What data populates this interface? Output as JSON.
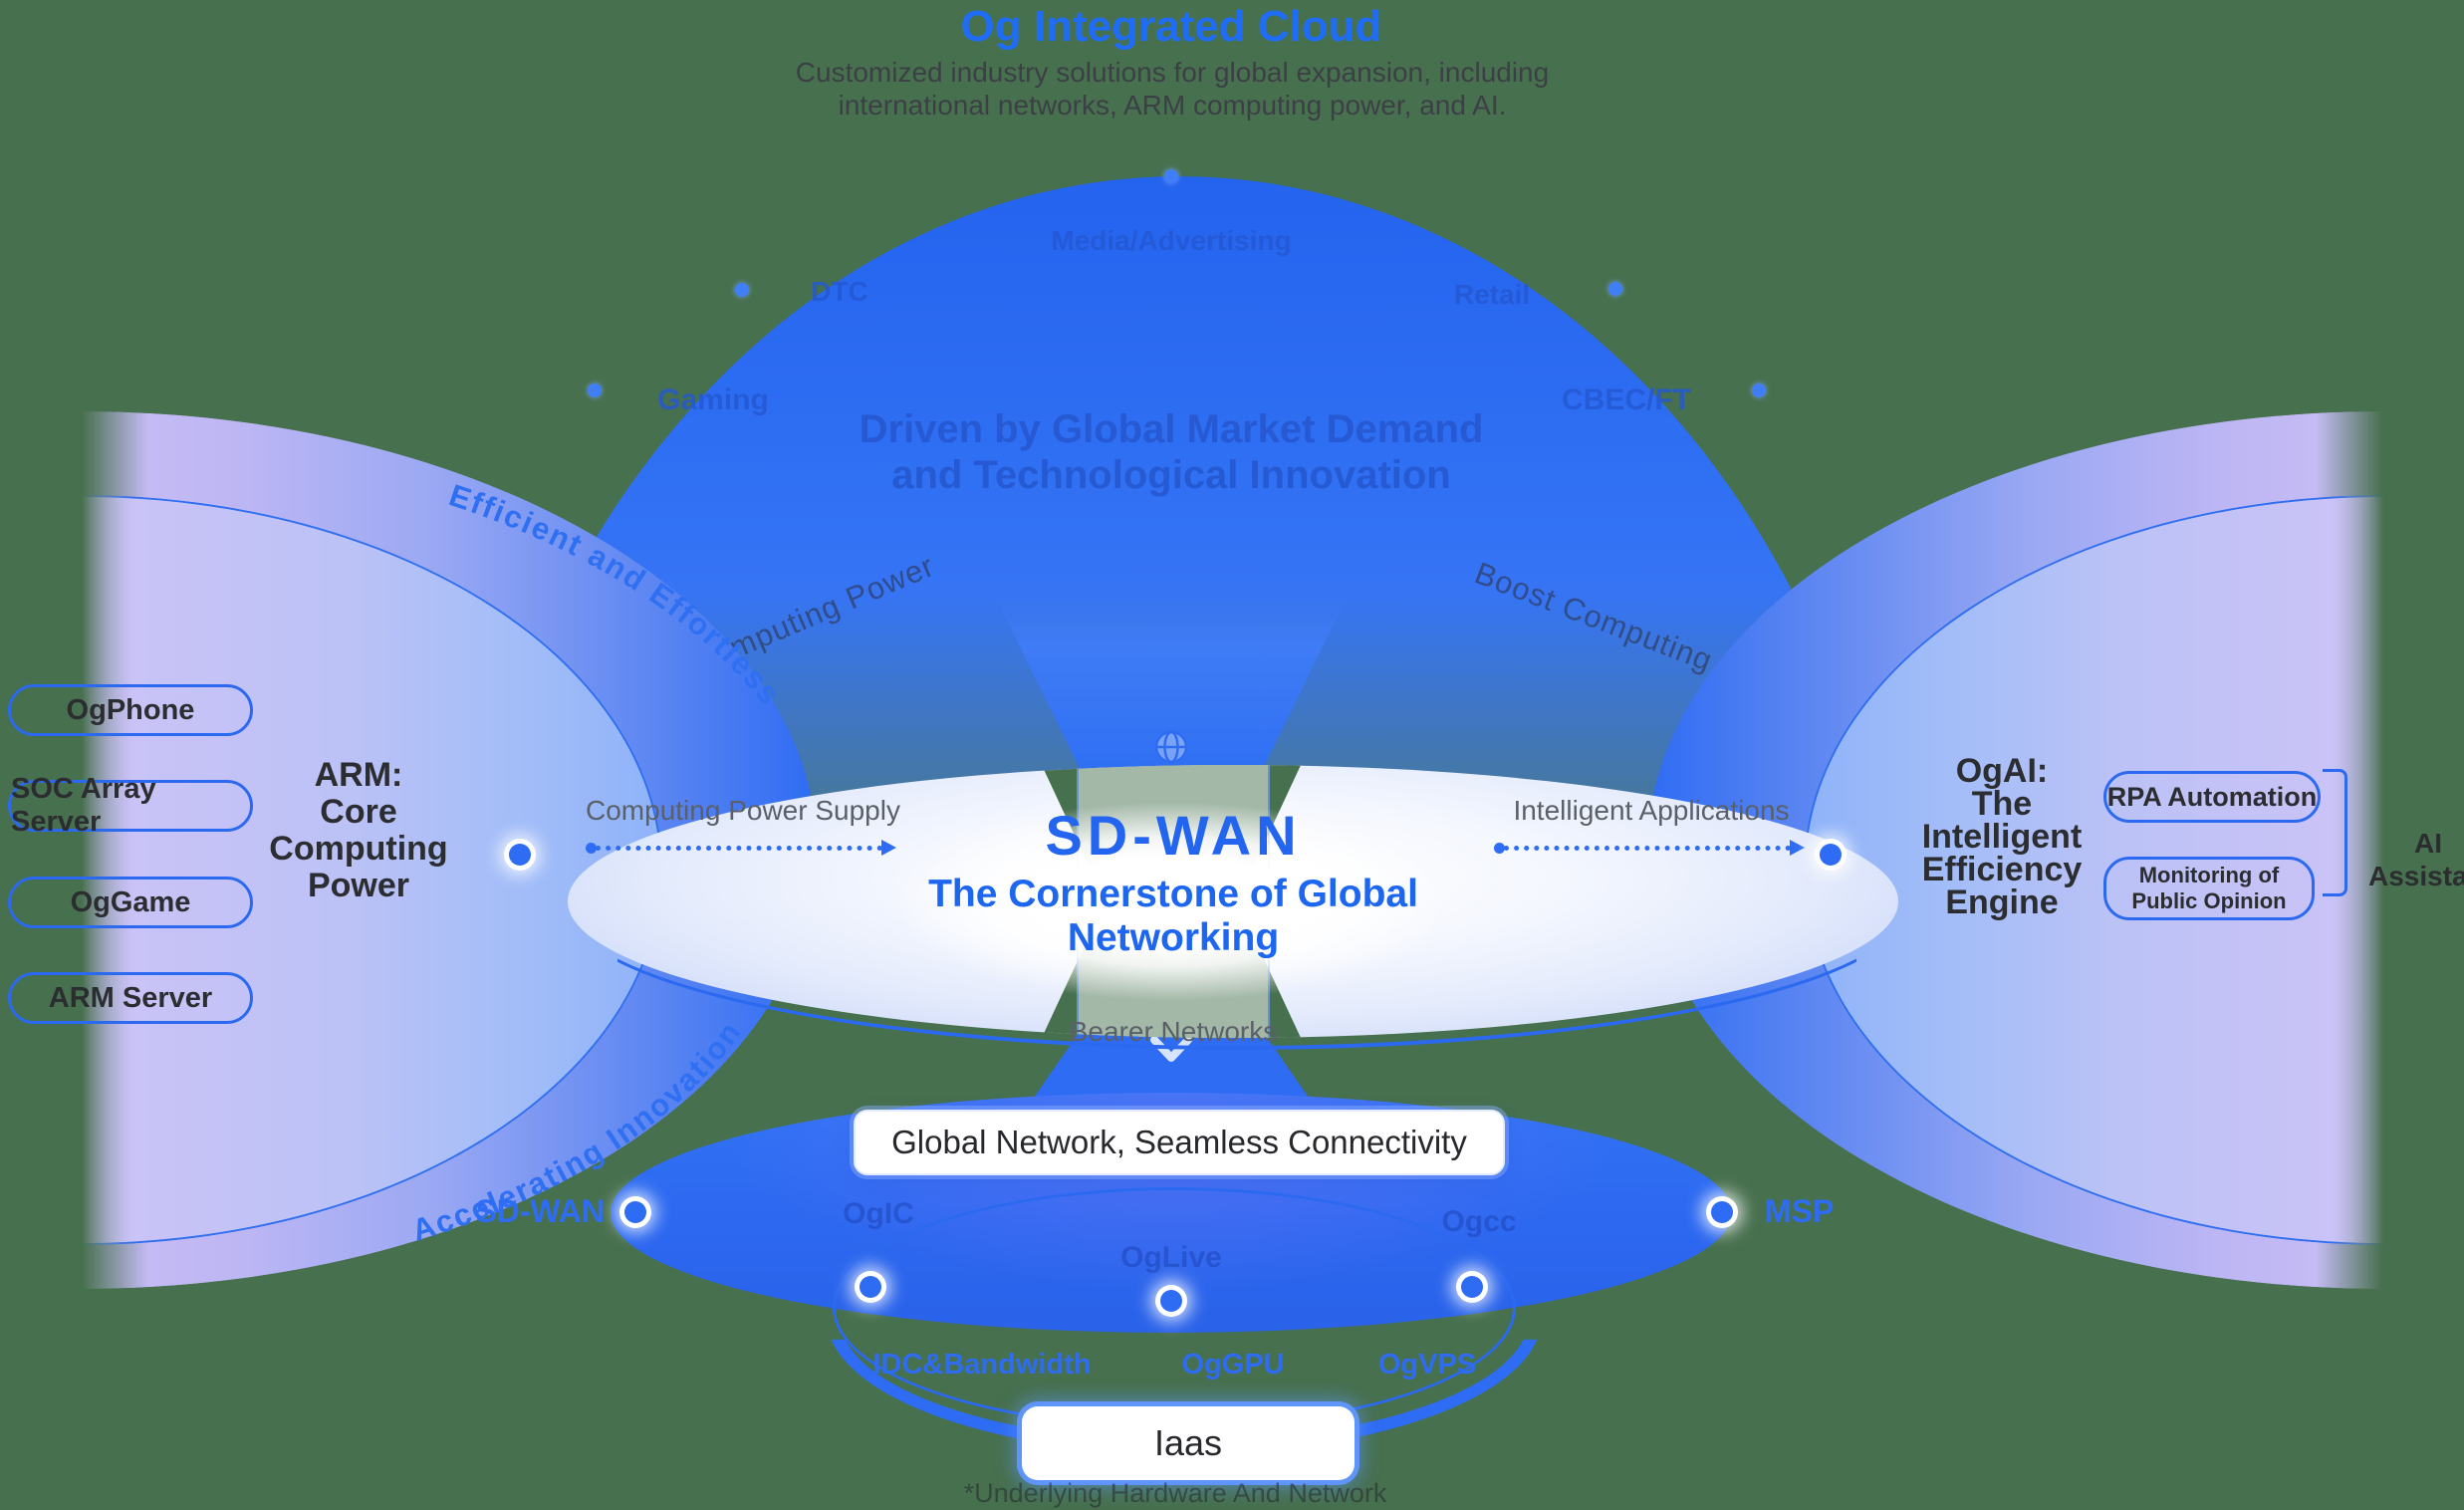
{
  "colors": {
    "background": "#47704E",
    "accent_blue": "#2E6CF3",
    "title_blue": "#1F6DF6",
    "dark_text": "#2B2D31"
  },
  "header": {
    "title": "Og Integrated Cloud",
    "subtitle_line1": "Customized industry solutions for global expansion, including",
    "subtitle_line2": "international networks, ARM computing power, and AI."
  },
  "dome": {
    "labels": {
      "top": "Media/Advertising",
      "upper_left": "DTC",
      "upper_right": "Retail",
      "lower_left": "Gaming",
      "lower_right": "CBEC/FT"
    },
    "center_line1": "Driven by Global Market Demand",
    "center_line2": "and Technological Innovation"
  },
  "side_texts": {
    "left_rotated": "Boost Computing Power",
    "right_rotated": "Boost Computing Power"
  },
  "left_panel": {
    "arc_text_top": "Efficient and Effortless",
    "arc_text_bottom": "Accelerating Innovation",
    "heading_lines": [
      "ARM:",
      "Core",
      "Computing",
      "Power"
    ],
    "pills": [
      "OgPhone",
      "SOC Array Server",
      "OgGame",
      "ARM Server"
    ]
  },
  "right_panel": {
    "heading_lines": [
      "OgAI:",
      "The",
      "Intelligent",
      "Efficiency",
      "Engine"
    ],
    "pills": [
      "RPA Automation",
      "Monitoring of Public Opinion"
    ],
    "bracket_label_line1": "AI",
    "bracket_label_line2": "Assistant"
  },
  "center_ellipse": {
    "left_label": "Computing Power Supply",
    "right_label": "Intelligent Applications",
    "title": "SD-WAN",
    "subtitle": "The Cornerstone of Global Networking",
    "bottom_label": "Bearer Networks"
  },
  "network_band": {
    "banner": "Global Network, Seamless Connectivity",
    "left_label": "SD-WAN",
    "right_label": "MSP",
    "faint_labels": [
      "OgIC",
      "OgLive",
      "Ogcc"
    ]
  },
  "iaas_ring": {
    "labels": [
      "IDC&Bandwidth",
      "OgGPU",
      "OgVPS"
    ],
    "pill": "Iaas",
    "footnote": "*Underlying Hardware And Network Support"
  },
  "icons": {
    "globe": "globe-icon",
    "chevron": "chevron-down-icon",
    "node": "node-marker"
  }
}
